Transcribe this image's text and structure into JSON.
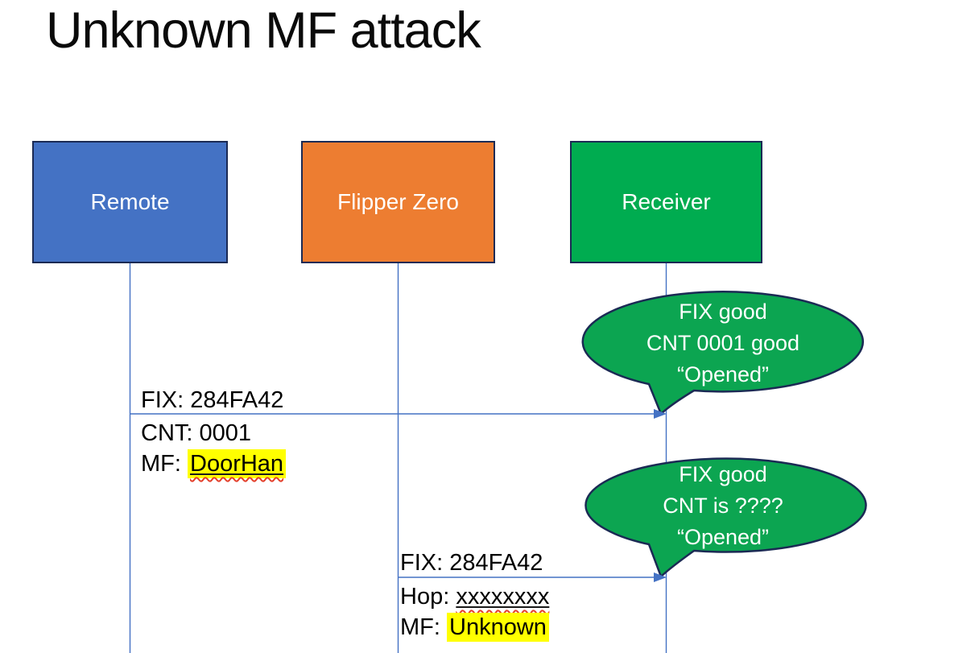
{
  "title": "Unknown MF attack",
  "actors": [
    {
      "id": "remote",
      "label": "Remote"
    },
    {
      "id": "flipper",
      "label": "Flipper Zero"
    },
    {
      "id": "receiver",
      "label": "Receiver"
    }
  ],
  "messages": [
    {
      "from": "Remote",
      "to": "Receiver",
      "above": "FIX: 284FA42",
      "below_line1": "CNT: 0001",
      "below_line2_prefix": "MF: ",
      "below_line2_value": "DoorHan"
    },
    {
      "from": "Flipper Zero",
      "to": "Receiver",
      "above": "FIX: 284FA42",
      "below_line1_prefix": "Hop: ",
      "below_line1_value": "xxxxxxxx",
      "below_line2_prefix": "MF: ",
      "below_line2_value": "Unknown"
    }
  ],
  "speech_bubbles": [
    {
      "lines": [
        "FIX good",
        "CNT 0001 good",
        "“Opened”"
      ]
    },
    {
      "lines": [
        "FIX good",
        "CNT is ????",
        "“Opened”"
      ]
    }
  ],
  "theme": {
    "remote_fill": "#4472C4",
    "flipper_fill": "#ED7D31",
    "receiver_fill": "#00AC50",
    "bubble_fill": "#0CA551",
    "shape_border": "#1B2A54",
    "line_color": "#4472C4",
    "highlight": "#FFFF00",
    "squiggle": "#E3402E"
  }
}
